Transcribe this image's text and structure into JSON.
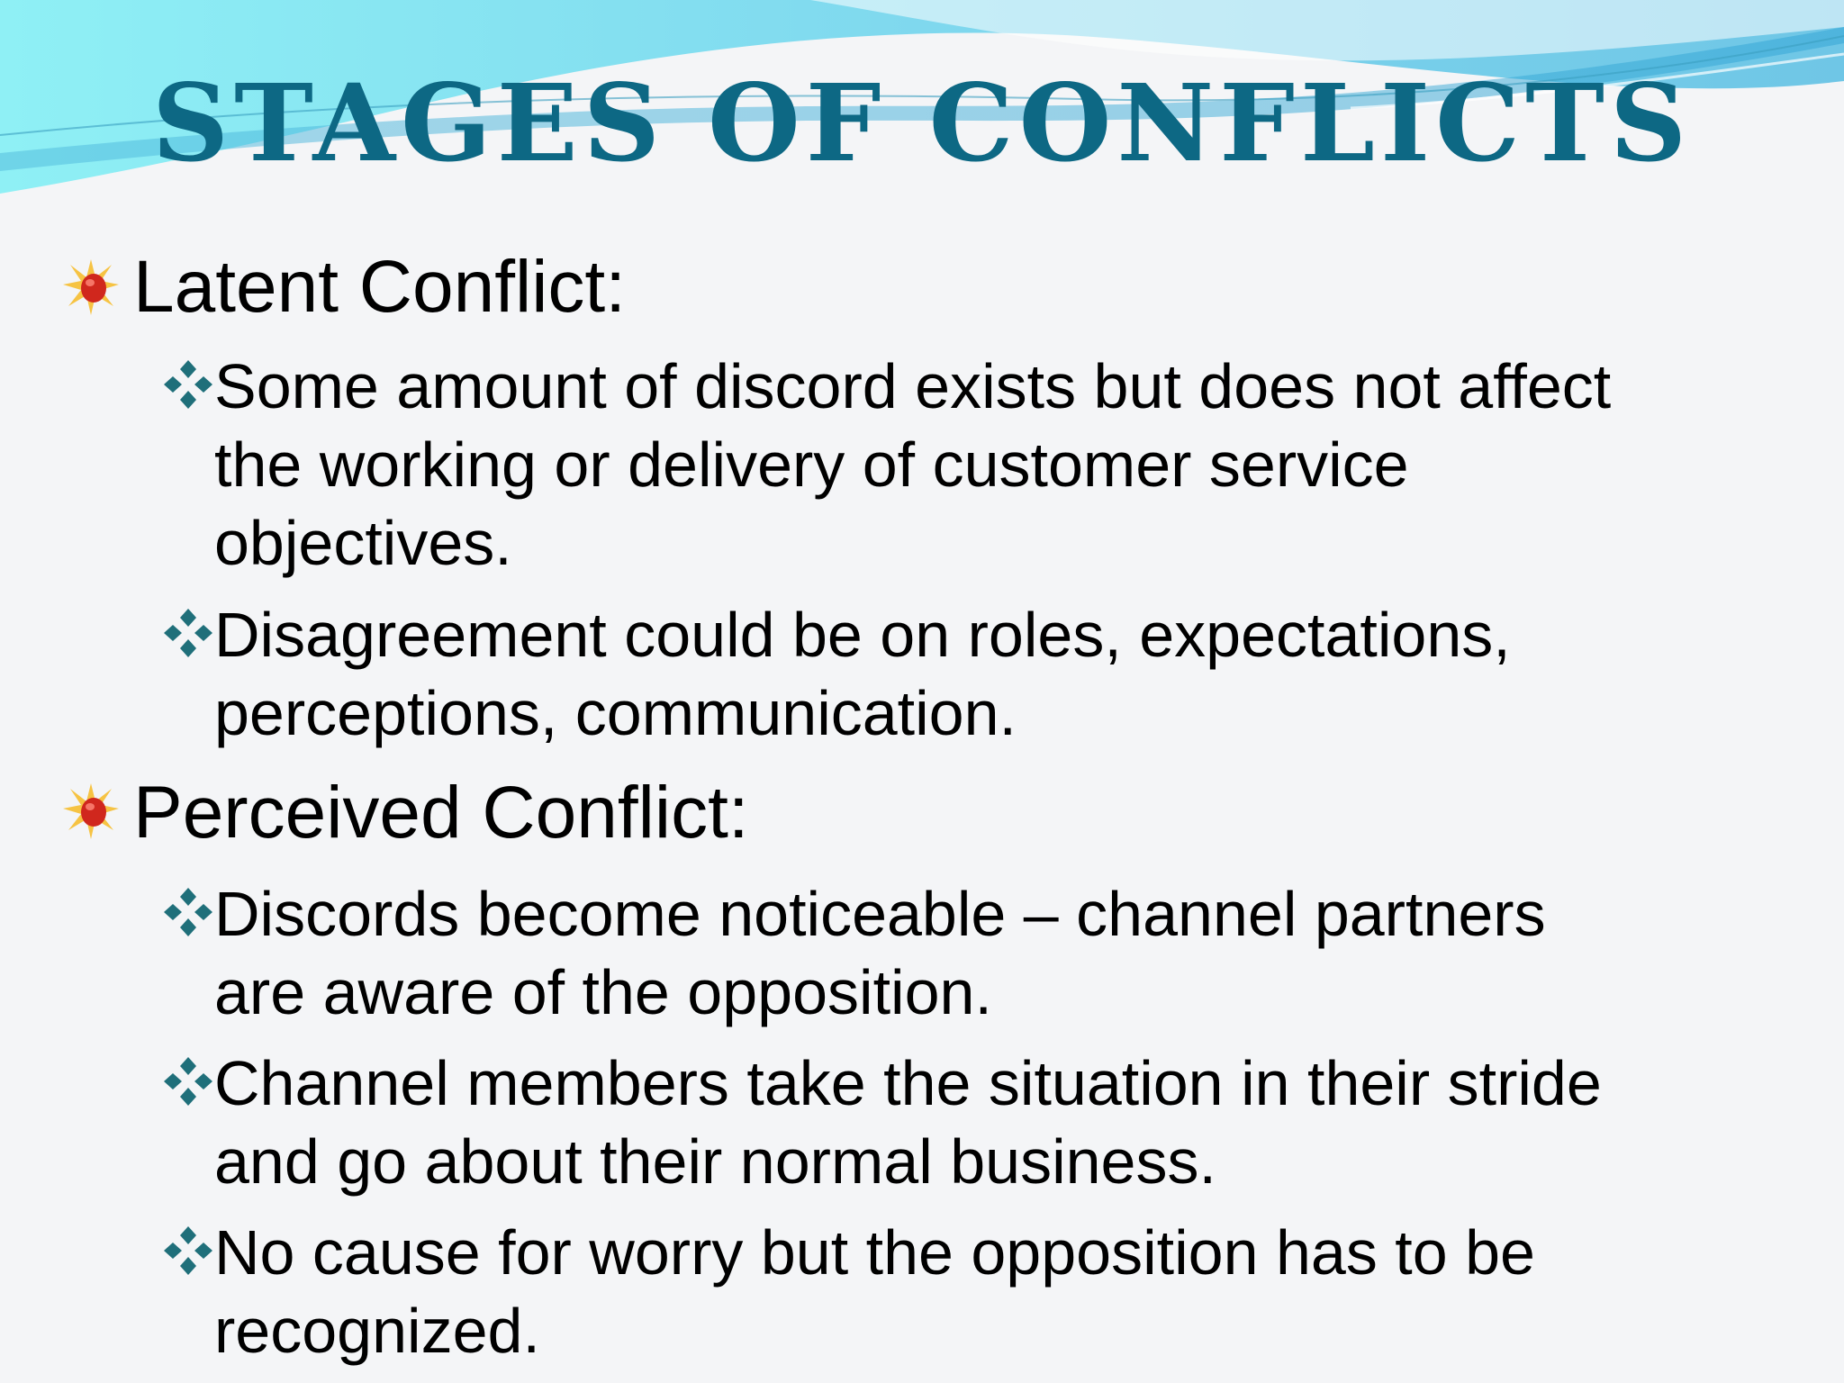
{
  "slide": {
    "title": "Stages of Conflicts",
    "colors": {
      "title": "#0d6884",
      "bullet_diamond": "#1f6f7a",
      "background": "#f4f5f7",
      "wave_light": "#8fe3ef",
      "wave_mid": "#5cc4e0"
    },
    "sections": [
      {
        "heading": "Latent Conflict:",
        "icon": "boxing-glove-burst-icon",
        "points": [
          {
            "line1": "Some amount of discord exists but does not affect",
            "line2": "the working or delivery of customer service",
            "line3": "objectives."
          },
          {
            "line1": "Disagreement could be on roles, expectations,",
            "line2": "perceptions, communication."
          }
        ]
      },
      {
        "heading": "Perceived Conflict:",
        "icon": "boxing-glove-burst-icon",
        "points": [
          {
            "line1": "Discords become noticeable – channel partners",
            "line2": "are aware of the opposition."
          },
          {
            "line1": "Channel members take the situation in their stride",
            "line2": "and go about their normal business."
          },
          {
            "line1": "No cause for worry but the opposition has to be",
            "line2": "recognized."
          }
        ]
      }
    ]
  }
}
